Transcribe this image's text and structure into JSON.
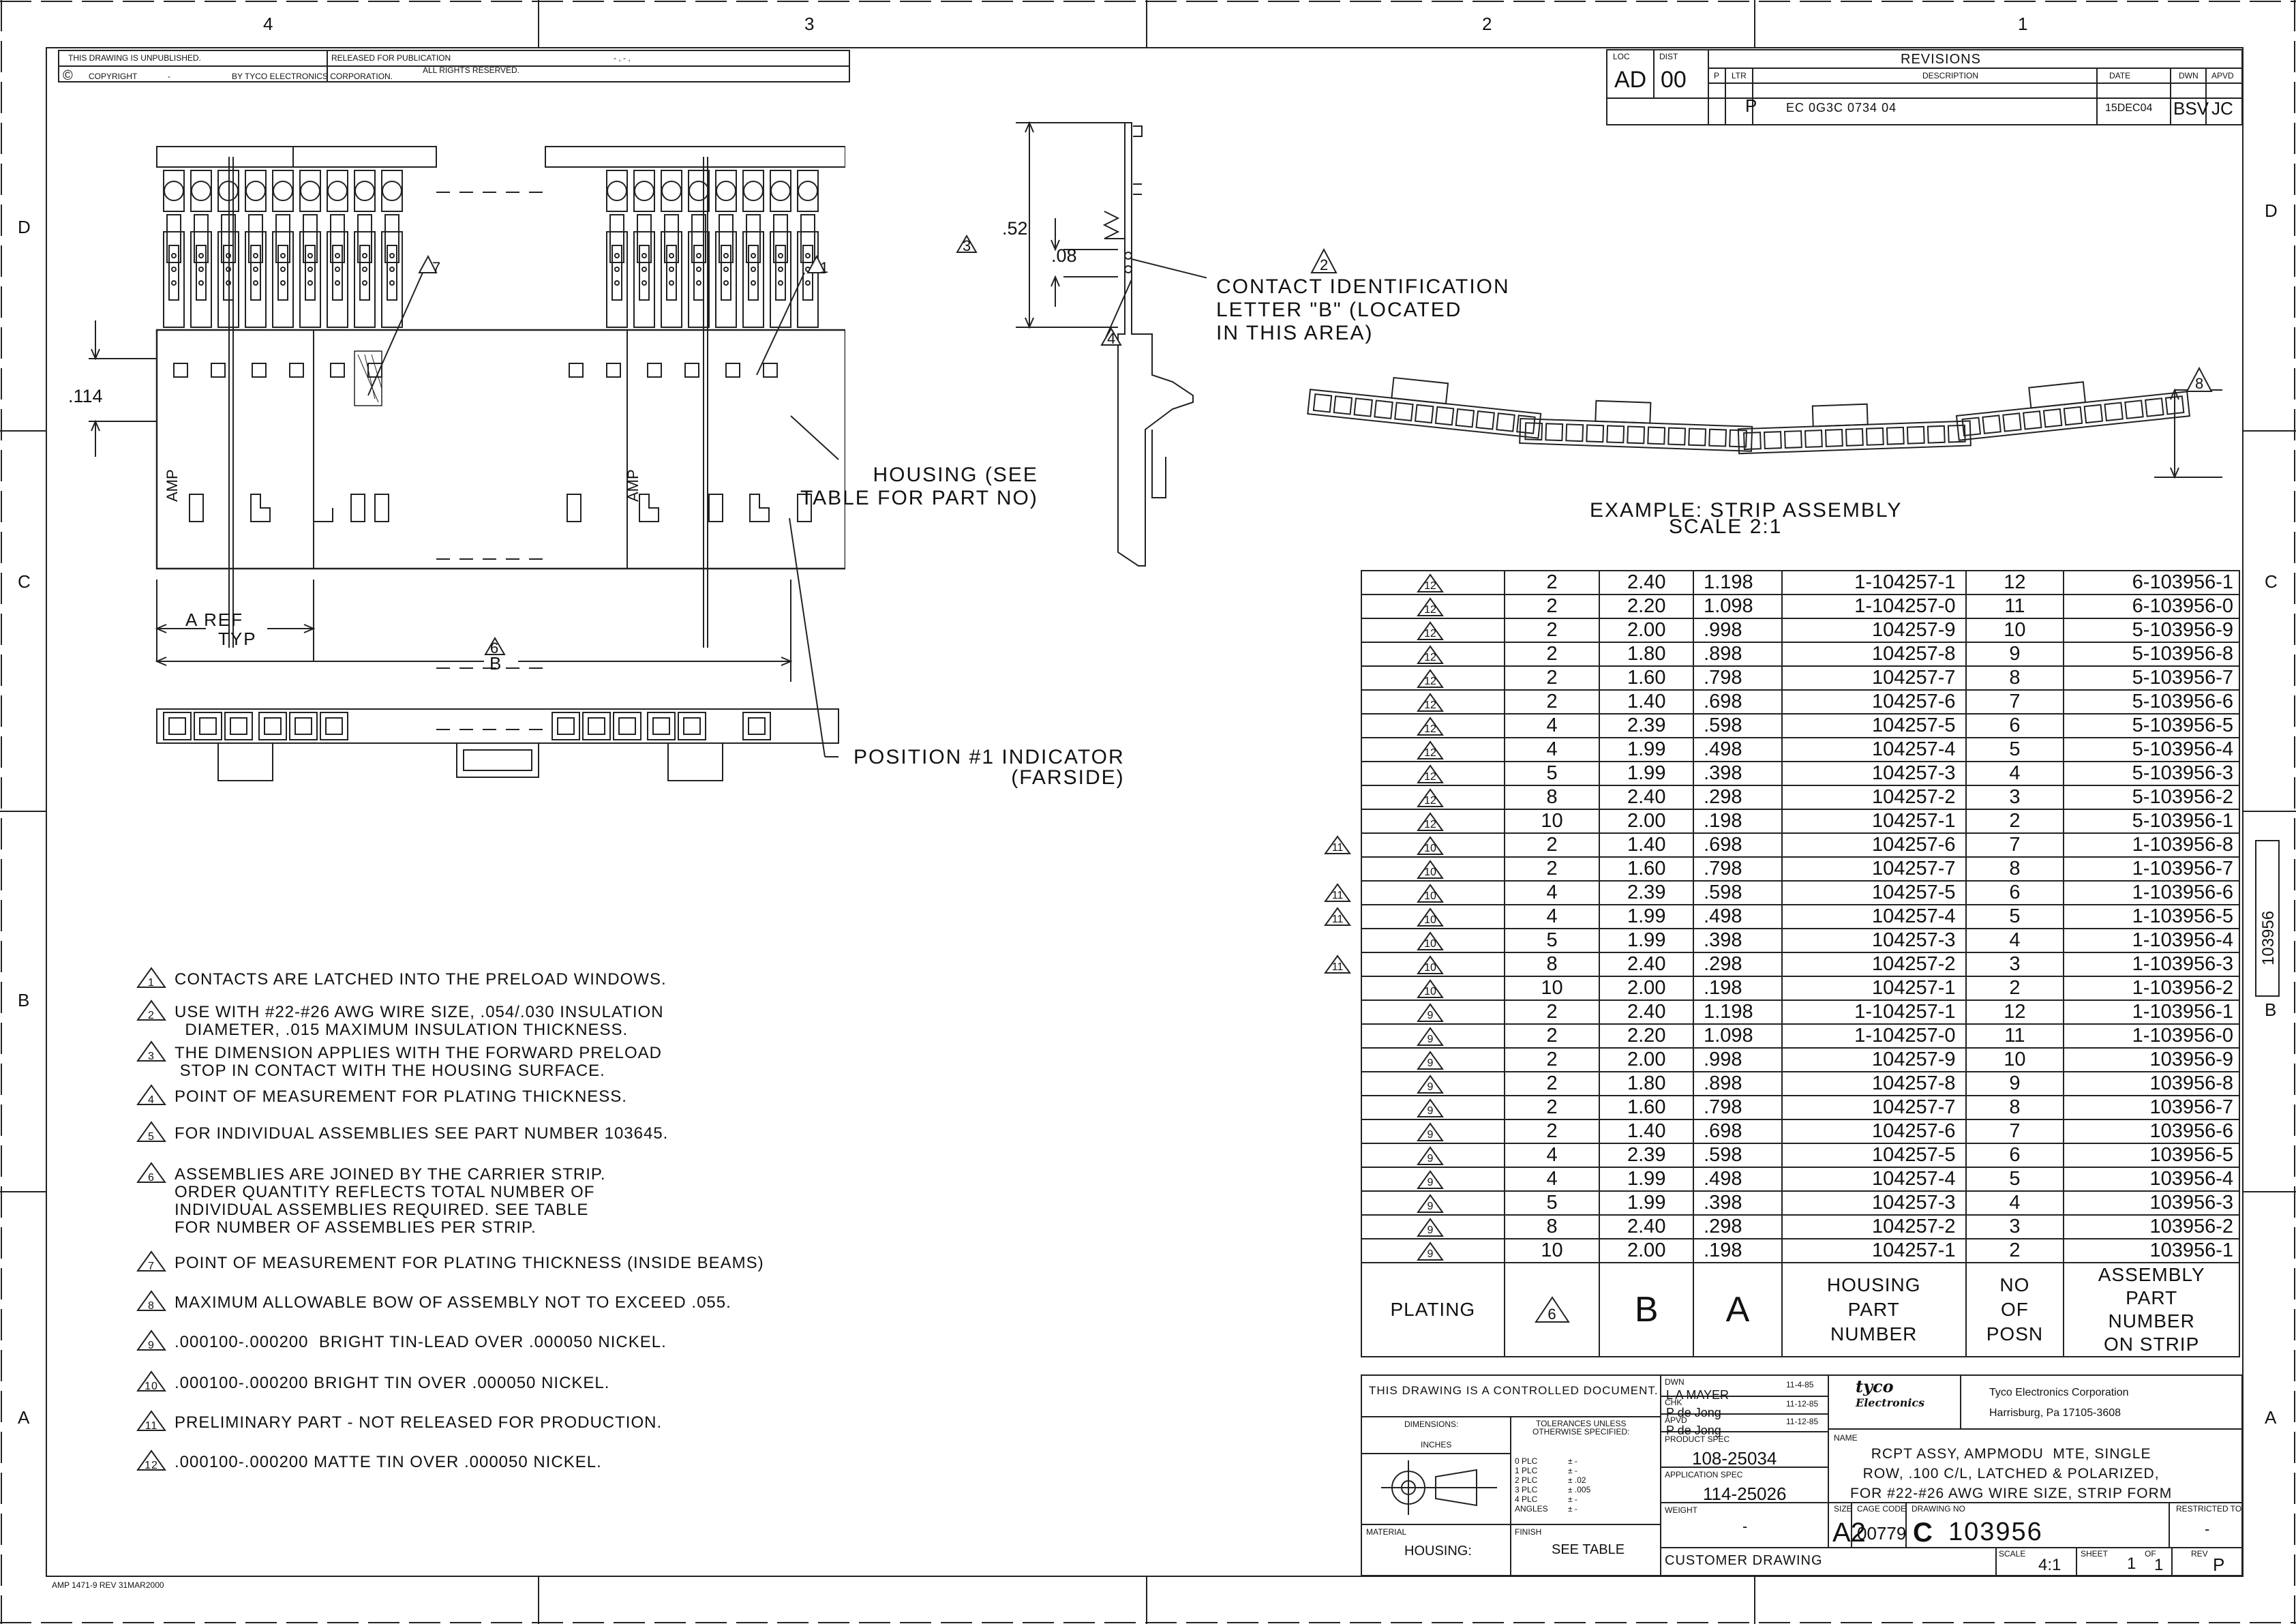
{
  "zones": {
    "top": [
      "4",
      "3",
      "2",
      "1"
    ],
    "side": [
      "D",
      "C",
      "B",
      "A"
    ]
  },
  "header_left": {
    "unpublished": "THIS DRAWING IS UNPUBLISHED.",
    "released": "RELEASED FOR PUBLICATION",
    "released_mark": "- , -   ,",
    "copyright_symbol": "©",
    "copyright": "COPYRIGHT",
    "copyright_dash": "-",
    "by": "BY TYCO ELECTRONICS CORPORATION.",
    "rights": "ALL RIGHTS RESERVED."
  },
  "revisions": {
    "loc_label": "LOC",
    "loc": "AD",
    "dist_label": "DIST",
    "dist": "00",
    "title": "REVISIONS",
    "cols": [
      "P",
      "LTR",
      "DESCRIPTION",
      "DATE",
      "DWN",
      "APVD"
    ],
    "row": {
      "ltr": "P",
      "description": "EC 0G3C 0734 04",
      "date": "15DEC04",
      "dwn": "BSV",
      "apvd": "JC"
    }
  },
  "drawing_labels": {
    "dim_114": ".114",
    "dim_52": ".52",
    "dim_08": ".08",
    "amp_1": "AMP",
    "amp_2": "AMP",
    "contact_id": "CONTACT IDENTIFICATION\nLETTER \"B\" (LOCATED\nIN THIS AREA)",
    "housing": "HOUSING (SEE\nTABLE FOR PART NO)",
    "a_ref": "A REF",
    "typ": "TYP",
    "b": "B",
    "position_indicator": "POSITION #1 INDICATOR\n(FARSIDE)",
    "example": "EXAMPLE: STRIP ASSEMBLY",
    "scale": "SCALE 2:1",
    "flags": {
      "f1": "1",
      "f2": "2",
      "f3": "3",
      "f4": "4",
      "f6": "6",
      "f7": "7",
      "f8": "8"
    }
  },
  "notes": [
    {
      "flag": "1",
      "text": "CONTACTS ARE LATCHED INTO THE PRELOAD WINDOWS."
    },
    {
      "flag": "2",
      "text": "USE WITH #22-#26 AWG WIRE SIZE, .054/.030 INSULATION\n  DIAMETER, .015 MAXIMUM INSULATION THICKNESS."
    },
    {
      "flag": "3",
      "text": "THE DIMENSION APPLIES WITH THE FORWARD PRELOAD\n STOP IN CONTACT WITH THE HOUSING SURFACE."
    },
    {
      "flag": "4",
      "text": "POINT OF MEASUREMENT FOR PLATING THICKNESS."
    },
    {
      "flag": "5",
      "text": "FOR INDIVIDUAL ASSEMBLIES SEE PART NUMBER 103645."
    },
    {
      "flag": "6",
      "text": "ASSEMBLIES ARE JOINED BY THE CARRIER STRIP.\nORDER QUANTITY REFLECTS TOTAL NUMBER OF\nINDIVIDUAL ASSEMBLIES REQUIRED. SEE TABLE\nFOR NUMBER OF ASSEMBLIES PER STRIP."
    },
    {
      "flag": "7",
      "text": "POINT OF MEASUREMENT FOR PLATING THICKNESS (INSIDE BEAMS)"
    },
    {
      "flag": "8",
      "text": "MAXIMUM ALLOWABLE BOW OF ASSEMBLY NOT TO EXCEED .055."
    },
    {
      "flag": "9",
      "text": ".000100-.000200  BRIGHT TIN-LEAD OVER .000050 NICKEL."
    },
    {
      "flag": "10",
      "text": ".000100-.000200 BRIGHT TIN OVER .000050 NICKEL."
    },
    {
      "flag": "11",
      "text": "PRELIMINARY PART - NOT RELEASED FOR PRODUCTION."
    },
    {
      "flag": "12",
      "text": ".000100-.000200 MATTE TIN OVER .000050 NICKEL."
    }
  ],
  "table": {
    "rows": [
      {
        "pre": "",
        "plating": "12",
        "qty": "2",
        "b": "2.40",
        "a": "1.198",
        "housing": "1-104257-1",
        "posn": "12",
        "assy": "6-103956-1"
      },
      {
        "pre": "",
        "plating": "12",
        "qty": "2",
        "b": "2.20",
        "a": "1.098",
        "housing": "1-104257-0",
        "posn": "11",
        "assy": "6-103956-0"
      },
      {
        "pre": "",
        "plating": "12",
        "qty": "2",
        "b": "2.00",
        "a": ".998",
        "housing": "104257-9",
        "posn": "10",
        "assy": "5-103956-9"
      },
      {
        "pre": "",
        "plating": "12",
        "qty": "2",
        "b": "1.80",
        "a": ".898",
        "housing": "104257-8",
        "posn": "9",
        "assy": "5-103956-8"
      },
      {
        "pre": "",
        "plating": "12",
        "qty": "2",
        "b": "1.60",
        "a": ".798",
        "housing": "104257-7",
        "posn": "8",
        "assy": "5-103956-7"
      },
      {
        "pre": "",
        "plating": "12",
        "qty": "2",
        "b": "1.40",
        "a": ".698",
        "housing": "104257-6",
        "posn": "7",
        "assy": "5-103956-6"
      },
      {
        "pre": "",
        "plating": "12",
        "qty": "4",
        "b": "2.39",
        "a": ".598",
        "housing": "104257-5",
        "posn": "6",
        "assy": "5-103956-5"
      },
      {
        "pre": "",
        "plating": "12",
        "qty": "4",
        "b": "1.99",
        "a": ".498",
        "housing": "104257-4",
        "posn": "5",
        "assy": "5-103956-4"
      },
      {
        "pre": "",
        "plating": "12",
        "qty": "5",
        "b": "1.99",
        "a": ".398",
        "housing": "104257-3",
        "posn": "4",
        "assy": "5-103956-3"
      },
      {
        "pre": "",
        "plating": "12",
        "qty": "8",
        "b": "2.40",
        "a": ".298",
        "housing": "104257-2",
        "posn": "3",
        "assy": "5-103956-2"
      },
      {
        "pre": "",
        "plating": "12",
        "qty": "10",
        "b": "2.00",
        "a": ".198",
        "housing": "104257-1",
        "posn": "2",
        "assy": "5-103956-1"
      },
      {
        "pre": "11",
        "plating": "10",
        "qty": "2",
        "b": "1.40",
        "a": ".698",
        "housing": "104257-6",
        "posn": "7",
        "assy": "1-103956-8"
      },
      {
        "pre": "",
        "plating": "10",
        "qty": "2",
        "b": "1.60",
        "a": ".798",
        "housing": "104257-7",
        "posn": "8",
        "assy": "1-103956-7"
      },
      {
        "pre": "11",
        "plating": "10",
        "qty": "4",
        "b": "2.39",
        "a": ".598",
        "housing": "104257-5",
        "posn": "6",
        "assy": "1-103956-6"
      },
      {
        "pre": "11",
        "plating": "10",
        "qty": "4",
        "b": "1.99",
        "a": ".498",
        "housing": "104257-4",
        "posn": "5",
        "assy": "1-103956-5"
      },
      {
        "pre": "",
        "plating": "10",
        "qty": "5",
        "b": "1.99",
        "a": ".398",
        "housing": "104257-3",
        "posn": "4",
        "assy": "1-103956-4"
      },
      {
        "pre": "11",
        "plating": "10",
        "qty": "8",
        "b": "2.40",
        "a": ".298",
        "housing": "104257-2",
        "posn": "3",
        "assy": "1-103956-3"
      },
      {
        "pre": "",
        "plating": "10",
        "qty": "10",
        "b": "2.00",
        "a": ".198",
        "housing": "104257-1",
        "posn": "2",
        "assy": "1-103956-2"
      },
      {
        "pre": "",
        "plating": "9",
        "qty": "2",
        "b": "2.40",
        "a": "1.198",
        "housing": "1-104257-1",
        "posn": "12",
        "assy": "1-103956-1"
      },
      {
        "pre": "",
        "plating": "9",
        "qty": "2",
        "b": "2.20",
        "a": "1.098",
        "housing": "1-104257-0",
        "posn": "11",
        "assy": "1-103956-0"
      },
      {
        "pre": "",
        "plating": "9",
        "qty": "2",
        "b": "2.00",
        "a": ".998",
        "housing": "104257-9",
        "posn": "10",
        "assy": "103956-9"
      },
      {
        "pre": "",
        "plating": "9",
        "qty": "2",
        "b": "1.80",
        "a": ".898",
        "housing": "104257-8",
        "posn": "9",
        "assy": "103956-8"
      },
      {
        "pre": "",
        "plating": "9",
        "qty": "2",
        "b": "1.60",
        "a": ".798",
        "housing": "104257-7",
        "posn": "8",
        "assy": "103956-7"
      },
      {
        "pre": "",
        "plating": "9",
        "qty": "2",
        "b": "1.40",
        "a": ".698",
        "housing": "104257-6",
        "posn": "7",
        "assy": "103956-6"
      },
      {
        "pre": "",
        "plating": "9",
        "qty": "4",
        "b": "2.39",
        "a": ".598",
        "housing": "104257-5",
        "posn": "6",
        "assy": "103956-5"
      },
      {
        "pre": "",
        "plating": "9",
        "qty": "4",
        "b": "1.99",
        "a": ".498",
        "housing": "104257-4",
        "posn": "5",
        "assy": "103956-4"
      },
      {
        "pre": "",
        "plating": "9",
        "qty": "5",
        "b": "1.99",
        "a": ".398",
        "housing": "104257-3",
        "posn": "4",
        "assy": "103956-3"
      },
      {
        "pre": "",
        "plating": "9",
        "qty": "8",
        "b": "2.40",
        "a": ".298",
        "housing": "104257-2",
        "posn": "3",
        "assy": "103956-2"
      },
      {
        "pre": "",
        "plating": "9",
        "qty": "10",
        "b": "2.00",
        "a": ".198",
        "housing": "104257-1",
        "posn": "2",
        "assy": "103956-1"
      }
    ],
    "footer": {
      "plating": "PLATING",
      "qty_flag": "6",
      "b": "B",
      "a": "A",
      "housing": "HOUSING\nPART\nNUMBER",
      "posn": "NO\nOF\nPOSN",
      "assy": "ASSEMBLY\nPART\nNUMBER\nON STRIP"
    }
  },
  "title_block": {
    "controlled": "THIS DRAWING IS A CONTROLLED DOCUMENT.",
    "dwn_label": "DWN",
    "dwn": "L A MAYER",
    "dwn_date": "11-4-85",
    "chk_label": "CHK",
    "chk": "P de Jong",
    "chk_date": "11-12-85",
    "apvd_label": "APVD",
    "apvd": "P de Jong",
    "apvd_date": "11-12-85",
    "product_spec_label": "PRODUCT SPEC",
    "product_spec": "108-25034",
    "application_spec_label": "APPLICATION SPEC",
    "application_spec": "114-25026",
    "weight_label": "WEIGHT",
    "weight": "-",
    "dimensions_label": "DIMENSIONS:",
    "dimensions": "INCHES",
    "tolerances": "TOLERANCES UNLESS\nOTHERWISE SPECIFIED:",
    "tol_rows": [
      {
        "plc": "0 PLC",
        "tol": "± -"
      },
      {
        "plc": "1 PLC",
        "tol": "± -"
      },
      {
        "plc": "2 PLC",
        "tol": "± .02"
      },
      {
        "plc": "3 PLC",
        "tol": "± .005"
      },
      {
        "plc": "4 PLC",
        "tol": "± -"
      },
      {
        "plc": "ANGLES",
        "tol": "± -"
      }
    ],
    "material_label": "MATERIAL",
    "material": "HOUSING:",
    "finish_label": "FINISH",
    "finish": "SEE TABLE",
    "logo_top": "tyco",
    "logo_bottom": "Electronics",
    "company": "Tyco Electronics Corporation",
    "city": "Harrisburg, Pa 17105-3608",
    "name_label": "NAME",
    "name": "RCPT ASSY, AMPMODU  MTE, SINGLE\nROW, .100 C/L, LATCHED & POLARIZED,\nFOR #22-#26 AWG WIRE SIZE, STRIP FORM",
    "size_label": "SIZE",
    "size": "A2",
    "cage_label": "CAGE CODE",
    "cage": "00779",
    "dwg_label": "DRAWING NO",
    "dwg_prefix": "C",
    "dwg": "103956",
    "restricted_label": "RESTRICTED TO",
    "restricted": "-",
    "customer": "CUSTOMER DRAWING",
    "scale_label": "SCALE",
    "scale": "4:1",
    "sheet_label": "SHEET",
    "sheet": "1",
    "of_label": "OF",
    "of": "1",
    "rev_label": "REV",
    "rev": "P"
  },
  "side_tab": "103956",
  "form_number": "AMP 1471-9 REV 31MAR2000"
}
